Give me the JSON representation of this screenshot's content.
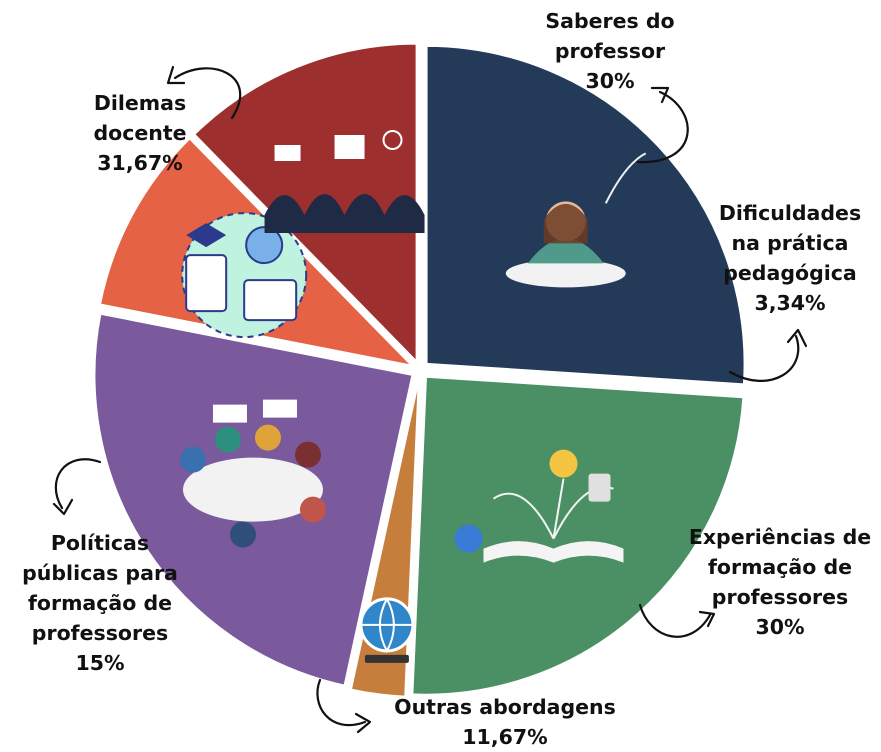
{
  "chart_data": {
    "type": "pie",
    "exploded": true,
    "slices": [
      {
        "id": "dilemas",
        "name_lines": [
          "Dilemas",
          "docente"
        ],
        "value_label": "31,67%",
        "value": 31.67,
        "color": "#243a59",
        "icon": "stressed-teacher-icon"
      },
      {
        "id": "saberes",
        "name_lines": [
          "Saberes do",
          "professor"
        ],
        "value_label": "30%",
        "value": 30,
        "color": "#4b9064",
        "icon": "open-book-ideas-icon"
      },
      {
        "id": "dificuldades",
        "name_lines": [
          "Dificuldades",
          "na prática",
          "pedagógica"
        ],
        "value_label": "3,34%",
        "value": 3.34,
        "color": "#c57e3c",
        "icon": "globe-technology-icon"
      },
      {
        "id": "experiencias",
        "name_lines": [
          "Experiências de",
          "formação de",
          "professores"
        ],
        "value_label": "30%",
        "value": 30,
        "color": "#7a5a9d",
        "icon": "team-meeting-icon"
      },
      {
        "id": "outras",
        "name_lines": [
          "Outras abordagens"
        ],
        "value_label": "11,67%",
        "value": 11.67,
        "color": "#e56245",
        "icon": "education-plan-icon"
      },
      {
        "id": "politicas",
        "name_lines": [
          "Políticas",
          "públicas para",
          "formação de",
          "professores"
        ],
        "value_label": "15%",
        "value": 15,
        "color": "#9e2f2f",
        "icon": "protest-crowd-icon"
      }
    ]
  }
}
